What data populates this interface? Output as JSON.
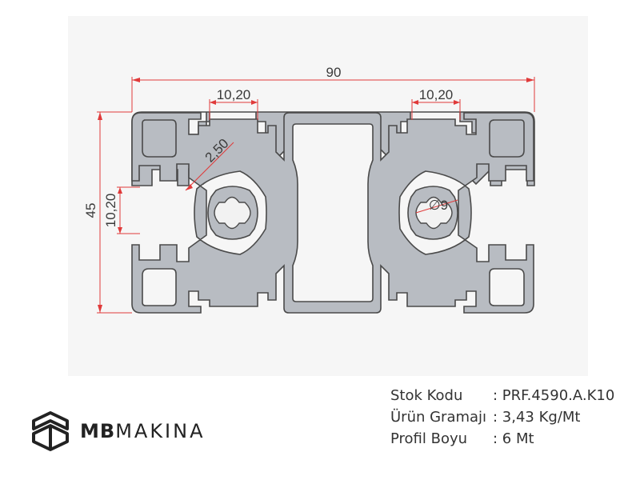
{
  "drawing": {
    "dim_width": "90",
    "dim_height": "45",
    "dim_slot_top_left": "10,20",
    "dim_slot_top_right": "10,20",
    "dim_slot_left": "10,20",
    "dim_wall": "2,50",
    "dim_hole": "∅9",
    "colors": {
      "dimension": "#e03a3a",
      "profile_fill": "#b8bcc2",
      "profile_stroke": "#4a4a4a"
    }
  },
  "logo": {
    "icon": "mb-logo-icon",
    "bold": "MB",
    "light": "MAKINA"
  },
  "specs": [
    {
      "label": "Stok Kodu",
      "value": ": PRF.4590.A.K10"
    },
    {
      "label": "Ürün Gramajı",
      "value": ": 3,43 Kg/Mt"
    },
    {
      "label": "Profil Boyu",
      "value": ": 6 Mt"
    }
  ]
}
